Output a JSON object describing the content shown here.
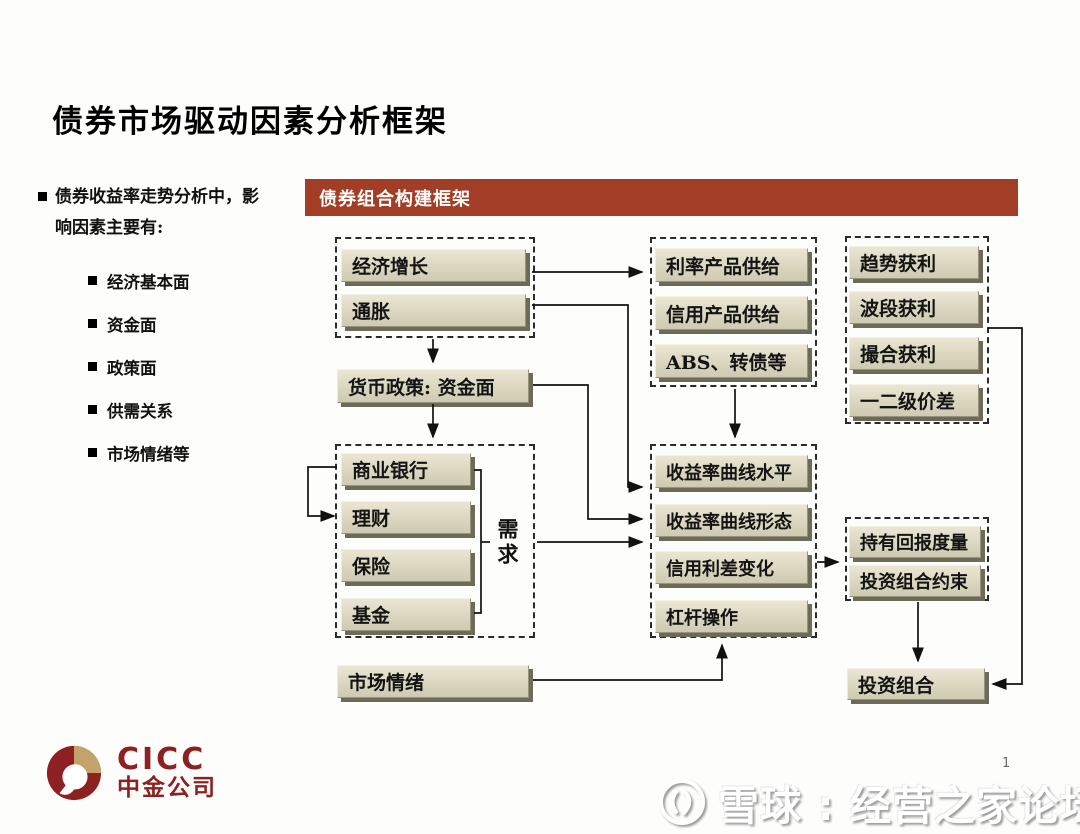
{
  "page": {
    "title": "债券市场驱动因素分析框架",
    "page_number": "1"
  },
  "sidebar": {
    "intro_line1": "债券收益率走势分析中，影",
    "intro_line2": "响因素主要有:",
    "items": [
      "经济基本面",
      "资金面",
      "政策面",
      "供需关系",
      "市场情绪等"
    ]
  },
  "diagram": {
    "header": "债券组合构建框架",
    "macro_group": [
      "经济增长",
      "通胀"
    ],
    "policy_box": "货币政策: 资金面",
    "demand_group": [
      "商业银行",
      "理财",
      "保险",
      "基金"
    ],
    "demand_label": "需求",
    "sentiment_box": "市场情绪",
    "supply_group": [
      "利率产品供给",
      "信用产品供给",
      "ABS、转债等"
    ],
    "market_group": [
      "收益率曲线水平",
      "收益率曲线形态",
      "信用利差变化",
      "杠杆操作"
    ],
    "strategy_group": [
      "趋势获利",
      "波段获利",
      "撮合获利",
      "一二级价差"
    ],
    "evaluation_group": [
      "持有回报度量",
      "投资组合约束"
    ],
    "portfolio_box": "投资组合"
  },
  "footer": {
    "logo_text": "CICC",
    "logo_subtext": "中金公司",
    "watermark": "雪球 : 经营之家论坛"
  },
  "colors": {
    "header_bar": "#A23E26",
    "box_fill": "#DBD7C0",
    "box_shadow": "#6E6A58",
    "logo_red": "#8E2022",
    "logo_gold": "#C4A26C"
  }
}
